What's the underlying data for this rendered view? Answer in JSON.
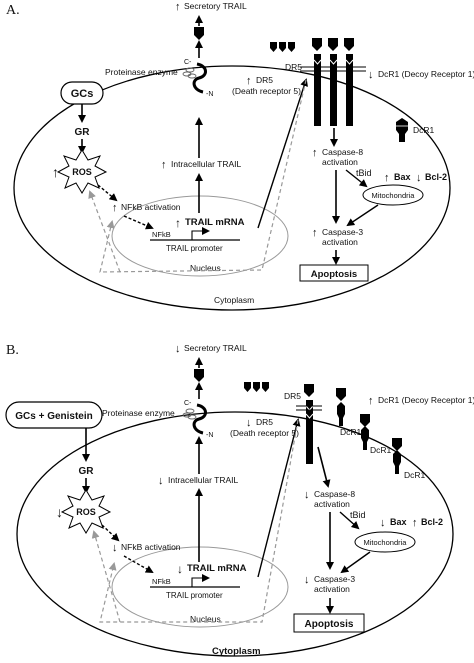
{
  "panels": [
    {
      "id": "A",
      "panel_label": "A.",
      "stimulus": "GCs",
      "labels": {
        "secretory_trail": "Secretory TRAIL",
        "proteinase": "Proteinase enzyme",
        "dr5_short": "DR5",
        "dr5_full_1": "DR5",
        "dr5_full_2": "(Death receptor 5)",
        "dcr1_title": "DcR1 (Decoy Receptor 1)",
        "dcr1_a": "DcR1",
        "dcr1_b": "",
        "dcr1_c": "",
        "gr": "GR",
        "ros": "ROS",
        "intracellular_trail": "Intracellular TRAIL",
        "nfkb_activation": "NFkB activation",
        "trail_mrna": "TRAIL  mRNA",
        "nfkb_small": "NFkB",
        "trail_promoter": "TRAIL promoter",
        "nucleus": "Nucleus",
        "cytoplasm": "Cytoplasm",
        "caspase8_1": "Caspase-8",
        "caspase8_2": "activation",
        "tbid": "tBid",
        "bax": "Bax",
        "bcl2": "Bcl-2",
        "mitochondria": "Mitochondria",
        "caspase3_1": "Caspase-3",
        "caspase3_2": "activation",
        "apoptosis": "Apoptosis",
        "c_term": "C-",
        "n_term": "-N"
      },
      "arrows": {
        "secretory_trail": "↑",
        "dr5": "↑",
        "dcr1": "↓",
        "ros": "↑",
        "nfkb": "↑",
        "intracellular_trail": "↑",
        "trail_mrna": "↑",
        "caspase8": "↑",
        "bax": "↑",
        "bcl2": "↓",
        "caspase3": "↑"
      }
    },
    {
      "id": "B",
      "panel_label": "B.",
      "stimulus": "GCs + Genistein",
      "labels": {
        "secretory_trail": "Secretory TRAIL",
        "proteinase": "Proteinase enzyme",
        "dr5_short": "DR5",
        "dr5_full_1": "DR5",
        "dr5_full_2": "(Death receptor 5)",
        "dcr1_title": "DcR1 (Decoy Receptor 1)",
        "dcr1_a": "DcR1",
        "dcr1_b": "DcR1",
        "dcr1_c": "DcR1",
        "gr": "GR",
        "ros": "ROS",
        "intracellular_trail": "Intracellular TRAIL",
        "nfkb_activation": "NFkB activation",
        "trail_mrna": "TRAIL  mRNA",
        "nfkb_small": "NFkB",
        "trail_promoter": "TRAIL promoter",
        "nucleus": "Nucleus",
        "cytoplasm": "Cytoplasm",
        "caspase8_1": "Caspase-8",
        "caspase8_2": "activation",
        "tbid": "tBid",
        "bax": "Bax",
        "bcl2": "Bcl-2",
        "mitochondria": "Mitochondria",
        "caspase3_1": "Caspase-3",
        "caspase3_2": "activation",
        "apoptosis": "Apoptosis",
        "c_term": "C-",
        "n_term": "-N"
      },
      "arrows": {
        "secretory_trail": "↓",
        "dr5": "↓",
        "dcr1": "↑",
        "ros": "↓",
        "nfkb": "↓",
        "intracellular_trail": "↓",
        "trail_mrna": "↓",
        "caspase8": "↓",
        "bax": "↓",
        "bcl2": "↑",
        "caspase3": "↓"
      }
    }
  ]
}
